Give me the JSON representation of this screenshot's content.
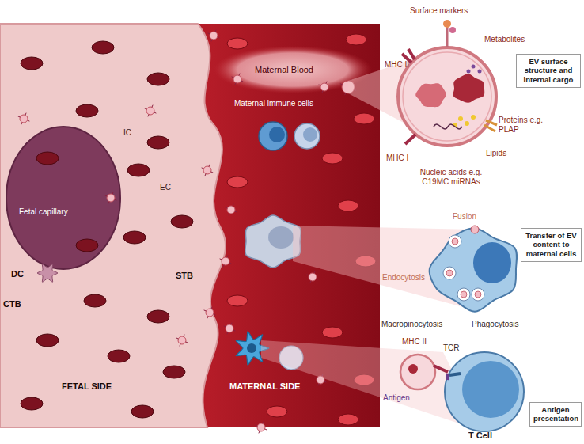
{
  "diagram": {
    "nodes": [
      {
        "text": [
          "EV surface structure and internal cargo"
        ]
      },
      {
        "text": [
          "Transfer of EV content to maternal cells"
        ]
      },
      {
        "text": [
          "Antigen presentation"
        ]
      }
    ],
    "labels": [
      "Surface markers",
      "Metabolites",
      "MHC II",
      "MHC I",
      "Proteins e.g. PLAP",
      "Lipids",
      "Nucleic acids e.g. C19MC miRNAs",
      "Maternal Blood",
      "Maternal immune cells",
      "IC",
      "EC",
      "Fetal capillary",
      "DC",
      "STB",
      "CTB",
      "FETAL SIDE",
      "MATERNAL SIDE",
      "Fusion",
      "Endocytosis",
      "Macropinocytosis",
      "Phagocytosis",
      "MHC II",
      "TCR",
      "Antigen",
      "T Cell"
    ]
  }
}
